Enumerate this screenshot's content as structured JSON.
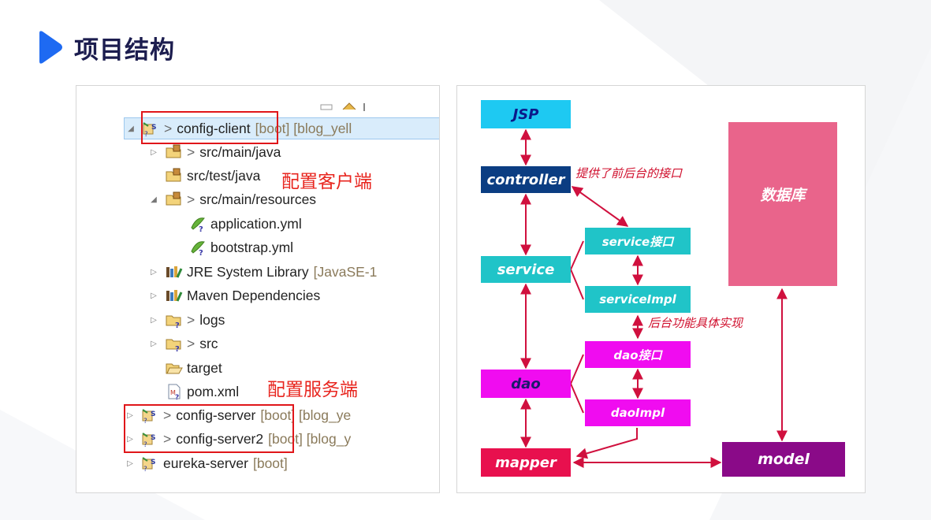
{
  "title": "项目结构",
  "tree": {
    "rows": [
      {
        "twisty": "◢",
        "arrow": ">",
        "name": "config-client",
        "decor": "[boot]  [blog_yell",
        "icon": "maven-project-icon"
      },
      {
        "twisty": "▷",
        "arrow": ">",
        "name": "src/main/java",
        "decor": "",
        "icon": "package-folder-icon"
      },
      {
        "twisty": "",
        "arrow": "",
        "name": "src/test/java",
        "decor": "",
        "icon": "package-folder-icon"
      },
      {
        "twisty": "◢",
        "arrow": ">",
        "name": "src/main/resources",
        "decor": "",
        "icon": "package-folder-icon"
      },
      {
        "twisty": "",
        "arrow": "",
        "name": "application.yml",
        "decor": "",
        "icon": "yml-file-icon"
      },
      {
        "twisty": "",
        "arrow": "",
        "name": "bootstrap.yml",
        "decor": "",
        "icon": "yml-file-icon"
      },
      {
        "twisty": "▷",
        "arrow": "",
        "name": "JRE System Library",
        "decor": "[JavaSE-1",
        "icon": "library-icon"
      },
      {
        "twisty": "▷",
        "arrow": "",
        "name": "Maven Dependencies",
        "decor": "",
        "icon": "library-icon"
      },
      {
        "twisty": "▷",
        "arrow": ">",
        "name": "logs",
        "decor": "",
        "icon": "folder-icon"
      },
      {
        "twisty": "▷",
        "arrow": ">",
        "name": "src",
        "decor": "",
        "icon": "folder-icon"
      },
      {
        "twisty": "",
        "arrow": "",
        "name": "target",
        "decor": "",
        "icon": "open-folder-icon"
      },
      {
        "twisty": "",
        "arrow": "",
        "name": "pom.xml",
        "decor": "",
        "icon": "xml-file-icon"
      },
      {
        "twisty": "▷",
        "arrow": ">",
        "name": "config-server",
        "decor": "[boot]  [blog_ye",
        "icon": "maven-project-icon"
      },
      {
        "twisty": "▷",
        "arrow": ">",
        "name": "config-server2",
        "decor": "[boot]  [blog_y",
        "icon": "maven-project-icon"
      },
      {
        "twisty": "▷",
        "arrow": "",
        "name": "eureka-server",
        "decor": "[boot]",
        "icon": "maven-project-icon"
      }
    ],
    "note_client": "配置客户端",
    "note_server": "配置服务端"
  },
  "diagram": {
    "boxes": {
      "jsp": "JSP",
      "controller": "controller",
      "service": "service",
      "dao": "dao",
      "mapper": "mapper",
      "service_interface": "service接口",
      "service_impl": "serviceImpl",
      "dao_interface": "dao接口",
      "dao_impl": "daoImpl",
      "database": "数据库",
      "model": "model"
    },
    "notes": {
      "controller_note": "提供了前后台的接口",
      "backend_note": "后台功能具体实现"
    },
    "colors": {
      "cyan": "#1ec9f2",
      "navy": "#0b3d82",
      "teal": "#20c4c8",
      "magenta": "#f00cf0",
      "crimson": "#e8104e",
      "pink": "#e9648b",
      "purple": "#8a0a88",
      "arrow": "#d0103e"
    }
  }
}
